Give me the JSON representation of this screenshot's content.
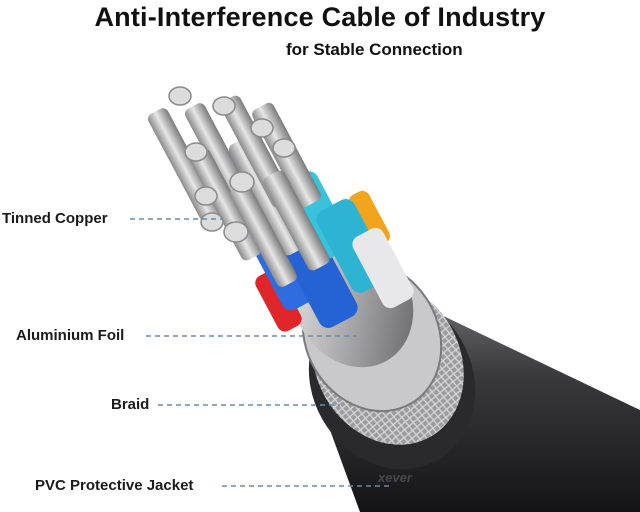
{
  "header": {
    "title": "Anti-Interference Cable of Industry",
    "subtitle": "for Stable Connection"
  },
  "labels": {
    "tinned_copper": "Tinned Copper",
    "aluminium_foil": "Aluminium Foil",
    "braid": "Braid",
    "pvc_jacket": "PVC Protective Jacket"
  },
  "watermark": "xever",
  "colors": {
    "cyan": "#38c2dc",
    "blue": "#2f6ce0",
    "orange": "#f2a51c",
    "red": "#e0262b",
    "jacket": "#2b2b2d"
  }
}
